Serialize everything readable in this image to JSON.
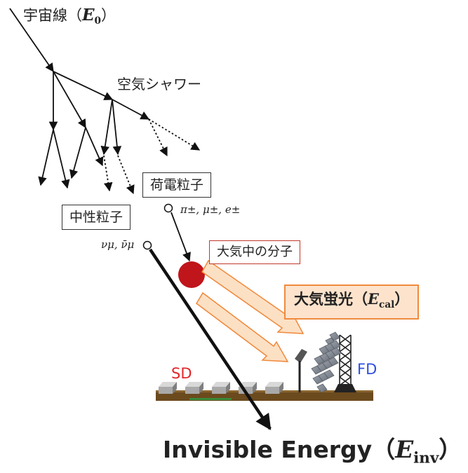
{
  "diagram": {
    "cosmic_ray_label": "宇宙線（",
    "cosmic_ray_symbol": "E",
    "cosmic_ray_sub": "0",
    "cosmic_ray_close": "）",
    "air_shower_label": "空気シャワー",
    "charged_particle_label": "荷電粒子",
    "charged_particle_symbols": "π±, μ±, e±",
    "neutral_particle_label": "中性粒子",
    "neutrino_symbols": "νμ, ν̄μ",
    "molecule_label": "大気中の分子",
    "fluorescence_label": "大気蛍光（",
    "fluorescence_symbol": "E",
    "fluorescence_sub": "cal",
    "fluorescence_close": "）",
    "sd_label": "SD",
    "fd_label": "FD",
    "invisible_energy_label": "Invisible Energy（",
    "invisible_energy_symbol": "E",
    "invisible_energy_sub": "inv",
    "invisible_energy_close": "）"
  },
  "colors": {
    "molecule": "#c0151a",
    "fluorescence_arrow_fill": "#fce0c4",
    "fluorescence_arrow_stroke": "#f0883a",
    "sd_label": "#e0262b",
    "fd_label": "#2f4fe0",
    "ground": "#6b4a1e"
  }
}
